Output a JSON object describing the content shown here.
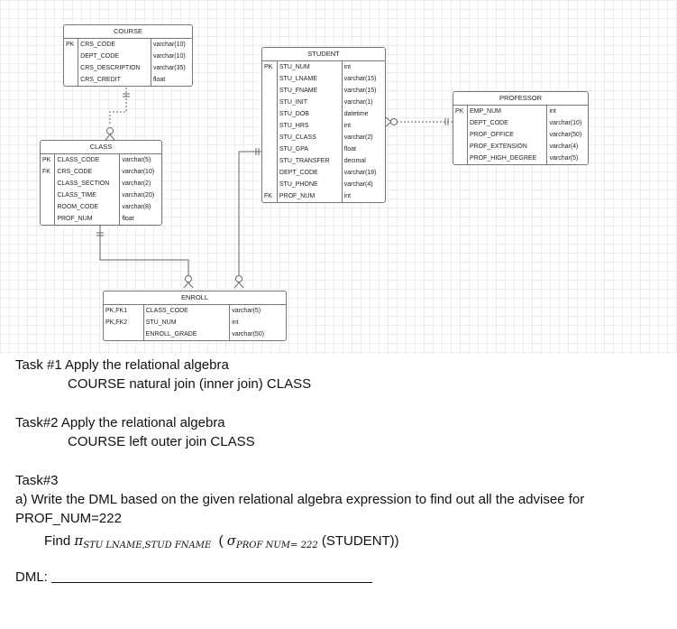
{
  "entities": {
    "course": {
      "title": "COURSE",
      "rows": [
        {
          "key": "PK",
          "name": "CRS_CODE",
          "type": "varchar(10)"
        },
        {
          "key": "",
          "name": "DEPT_CODE",
          "type": "varchar(10)"
        },
        {
          "key": "",
          "name": "CRS_DESCRIPTION",
          "type": "varchar(35)"
        },
        {
          "key": "",
          "name": "CRS_CREDIT",
          "type": "float"
        }
      ]
    },
    "class": {
      "title": "CLASS",
      "rows": [
        {
          "key": "PK",
          "name": "CLASS_CODE",
          "type": "varchar(5)"
        },
        {
          "key": "FK",
          "name": "CRS_CODE",
          "type": "varchar(10)"
        },
        {
          "key": "",
          "name": "CLASS_SECTION",
          "type": "varchar(2)"
        },
        {
          "key": "",
          "name": "CLASS_TIME",
          "type": "varchar(20)"
        },
        {
          "key": "",
          "name": "ROOM_CODE",
          "type": "varchar(8)"
        },
        {
          "key": "",
          "name": "PROF_NUM",
          "type": "float"
        }
      ]
    },
    "student": {
      "title": "STUDENT",
      "rows": [
        {
          "key": "PK",
          "name": "STU_NUM",
          "type": "int"
        },
        {
          "key": "",
          "name": "STU_LNAME",
          "type": "varchar(15)"
        },
        {
          "key": "",
          "name": "STU_FNAME",
          "type": "varchar(15)"
        },
        {
          "key": "",
          "name": "STU_INIT",
          "type": "varchar(1)"
        },
        {
          "key": "",
          "name": "STU_DOB",
          "type": "datetime"
        },
        {
          "key": "",
          "name": "STU_HRS",
          "type": "int"
        },
        {
          "key": "",
          "name": "STU_CLASS",
          "type": "varchar(2)"
        },
        {
          "key": "",
          "name": "STU_GPA",
          "type": "float"
        },
        {
          "key": "",
          "name": "STU_TRANSFER",
          "type": "decimal"
        },
        {
          "key": "",
          "name": "DEPT_CODE",
          "type": "varchar(18)"
        },
        {
          "key": "",
          "name": "STU_PHONE",
          "type": "varchar(4)"
        },
        {
          "key": "FK",
          "name": "PROF_NUM",
          "type": "int"
        }
      ]
    },
    "professor": {
      "title": "PROFESSOR",
      "rows": [
        {
          "key": "PK",
          "name": "EMP_NUM",
          "type": "int"
        },
        {
          "key": "",
          "name": "DEPT_CODE",
          "type": "varchar(10)"
        },
        {
          "key": "",
          "name": "PROF_OFFICE",
          "type": "varchar(50)"
        },
        {
          "key": "",
          "name": "PROF_EXTENSION",
          "type": "varchar(4)"
        },
        {
          "key": "",
          "name": "PROF_HIGH_DEGREE",
          "type": "varchar(5)"
        }
      ]
    },
    "enroll": {
      "title": "ENROLL",
      "rows": [
        {
          "key": "PK,FK1",
          "name": "CLASS_CODE",
          "type": "varchar(5)"
        },
        {
          "key": "PK,FK2",
          "name": "STU_NUM",
          "type": "int"
        },
        {
          "key": "",
          "name": "ENROLL_GRADE",
          "type": "varchar(50)"
        }
      ]
    }
  },
  "tasks": {
    "task1_title": "Task #1 Apply the relational algebra",
    "task1_expr": "COURSE natural join (inner join) CLASS",
    "task2_title": "Task#2 Apply the relational algebra",
    "task2_expr": "COURSE left outer join CLASS",
    "task3_title": "Task#3",
    "task3_desc": "a) Write the DML based on the given relational algebra expression to find out all the advisee for PROF_NUM=222",
    "find_word": "Find",
    "pi_symbol": "π",
    "pi_sub": "STU LNAME,STUD FNAME",
    "open_paren": "(",
    "sigma_symbol": "σ",
    "sigma_sub": "PROF NUM= 222",
    "relation": "(STUDENT))",
    "dml_label": "DML:"
  }
}
